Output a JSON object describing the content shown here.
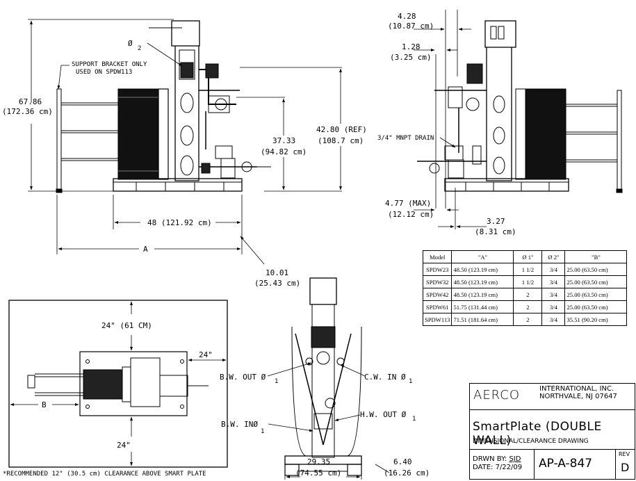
{
  "front_view": {
    "dim_height_overall": "67.86",
    "dim_height_overall_cm": "(172.36 cm)",
    "support_note_line1": "SUPPORT BRACKET ONLY",
    "support_note_line2": "USED ON SPDW113",
    "phi2_label": "Ø",
    "phi2_sub": "2",
    "dim_37": "37.33",
    "dim_37_cm": "(94.82 cm)",
    "dim_42": "42.80 (REF)",
    "dim_42_cm": "(108.7 cm)",
    "dim_48": "48 (121.92 cm)",
    "dim_a": "A",
    "dim_10": "10.01",
    "dim_10_cm": "(25.43 cm)"
  },
  "side_view": {
    "dim_428": "4.28",
    "dim_428_cm": "(10.87 cm)",
    "dim_128": "1.28",
    "dim_128_cm": "(3.25 cm)",
    "drain_label": "3/4\" MNPT DRAIN",
    "dim_477": "4.77 (MAX)",
    "dim_477_cm": "(12.12 cm)",
    "dim_327": "3.27",
    "dim_327_cm": "(8.31 cm)"
  },
  "plan_view": {
    "dim_24_top": "24\" (61 CM)",
    "dim_24_right": "24\"",
    "dim_24_bottom": "24\"",
    "dim_b": "B",
    "clearance_note": "*RECOMMENDED 12\" (30.5 cm) CLEARANCE ABOVE SMART PLATE"
  },
  "rear_view": {
    "bw_out": "B.W. OUT Ø",
    "bw_in": "B.W. INØ",
    "cw_in": "C.W. IN Ø",
    "hw_out": "H.W. OUT Ø",
    "sub1": "1",
    "dim_2935": "29.35",
    "dim_2935_cm": "(74.55 cm)",
    "dim_640": "6.40",
    "dim_640_cm": "(16.26 cm)"
  },
  "table": {
    "headers": [
      "Model",
      "\"A\"",
      "Ø 1\"",
      "Ø 2\"",
      "\"B\""
    ],
    "rows": [
      [
        "SPDW23",
        "48.50 (123.19 cm)",
        "1 1/2",
        "3/4",
        "25.00 (63.50 cm)"
      ],
      [
        "SPDW32",
        "48.50 (123.19 cm)",
        "1 1/2",
        "3/4",
        "25.00 (63.50 cm)"
      ],
      [
        "SPDW42",
        "48.50 (123.19 cm)",
        "2",
        "3/4",
        "25.00 (63.50 cm)"
      ],
      [
        "SPDW61",
        "51.75 (131.44 cm)",
        "2",
        "3/4",
        "25.00 (63.50 cm)"
      ],
      [
        "SPDW113",
        "71.51 (181.64 cm)",
        "2",
        "3/4",
        "35.51 (90.20 cm)"
      ]
    ]
  },
  "title_block": {
    "company": "AERCO",
    "company_line1": "INTERNATIONAL, INC.",
    "company_line2": "NORTHVALE, NJ 07647",
    "title": "SmartPlate (DOUBLE WALL)",
    "subtitle": "DIMENSIONAL/CLEARANCE DRAWING",
    "drawn_by_label": "DRWN BY:",
    "drawn_by": "SJD",
    "date_label": "DATE:",
    "date": "7/22/09",
    "drawing_number": "AP-A-847",
    "rev_label": "REV",
    "rev": "D"
  }
}
